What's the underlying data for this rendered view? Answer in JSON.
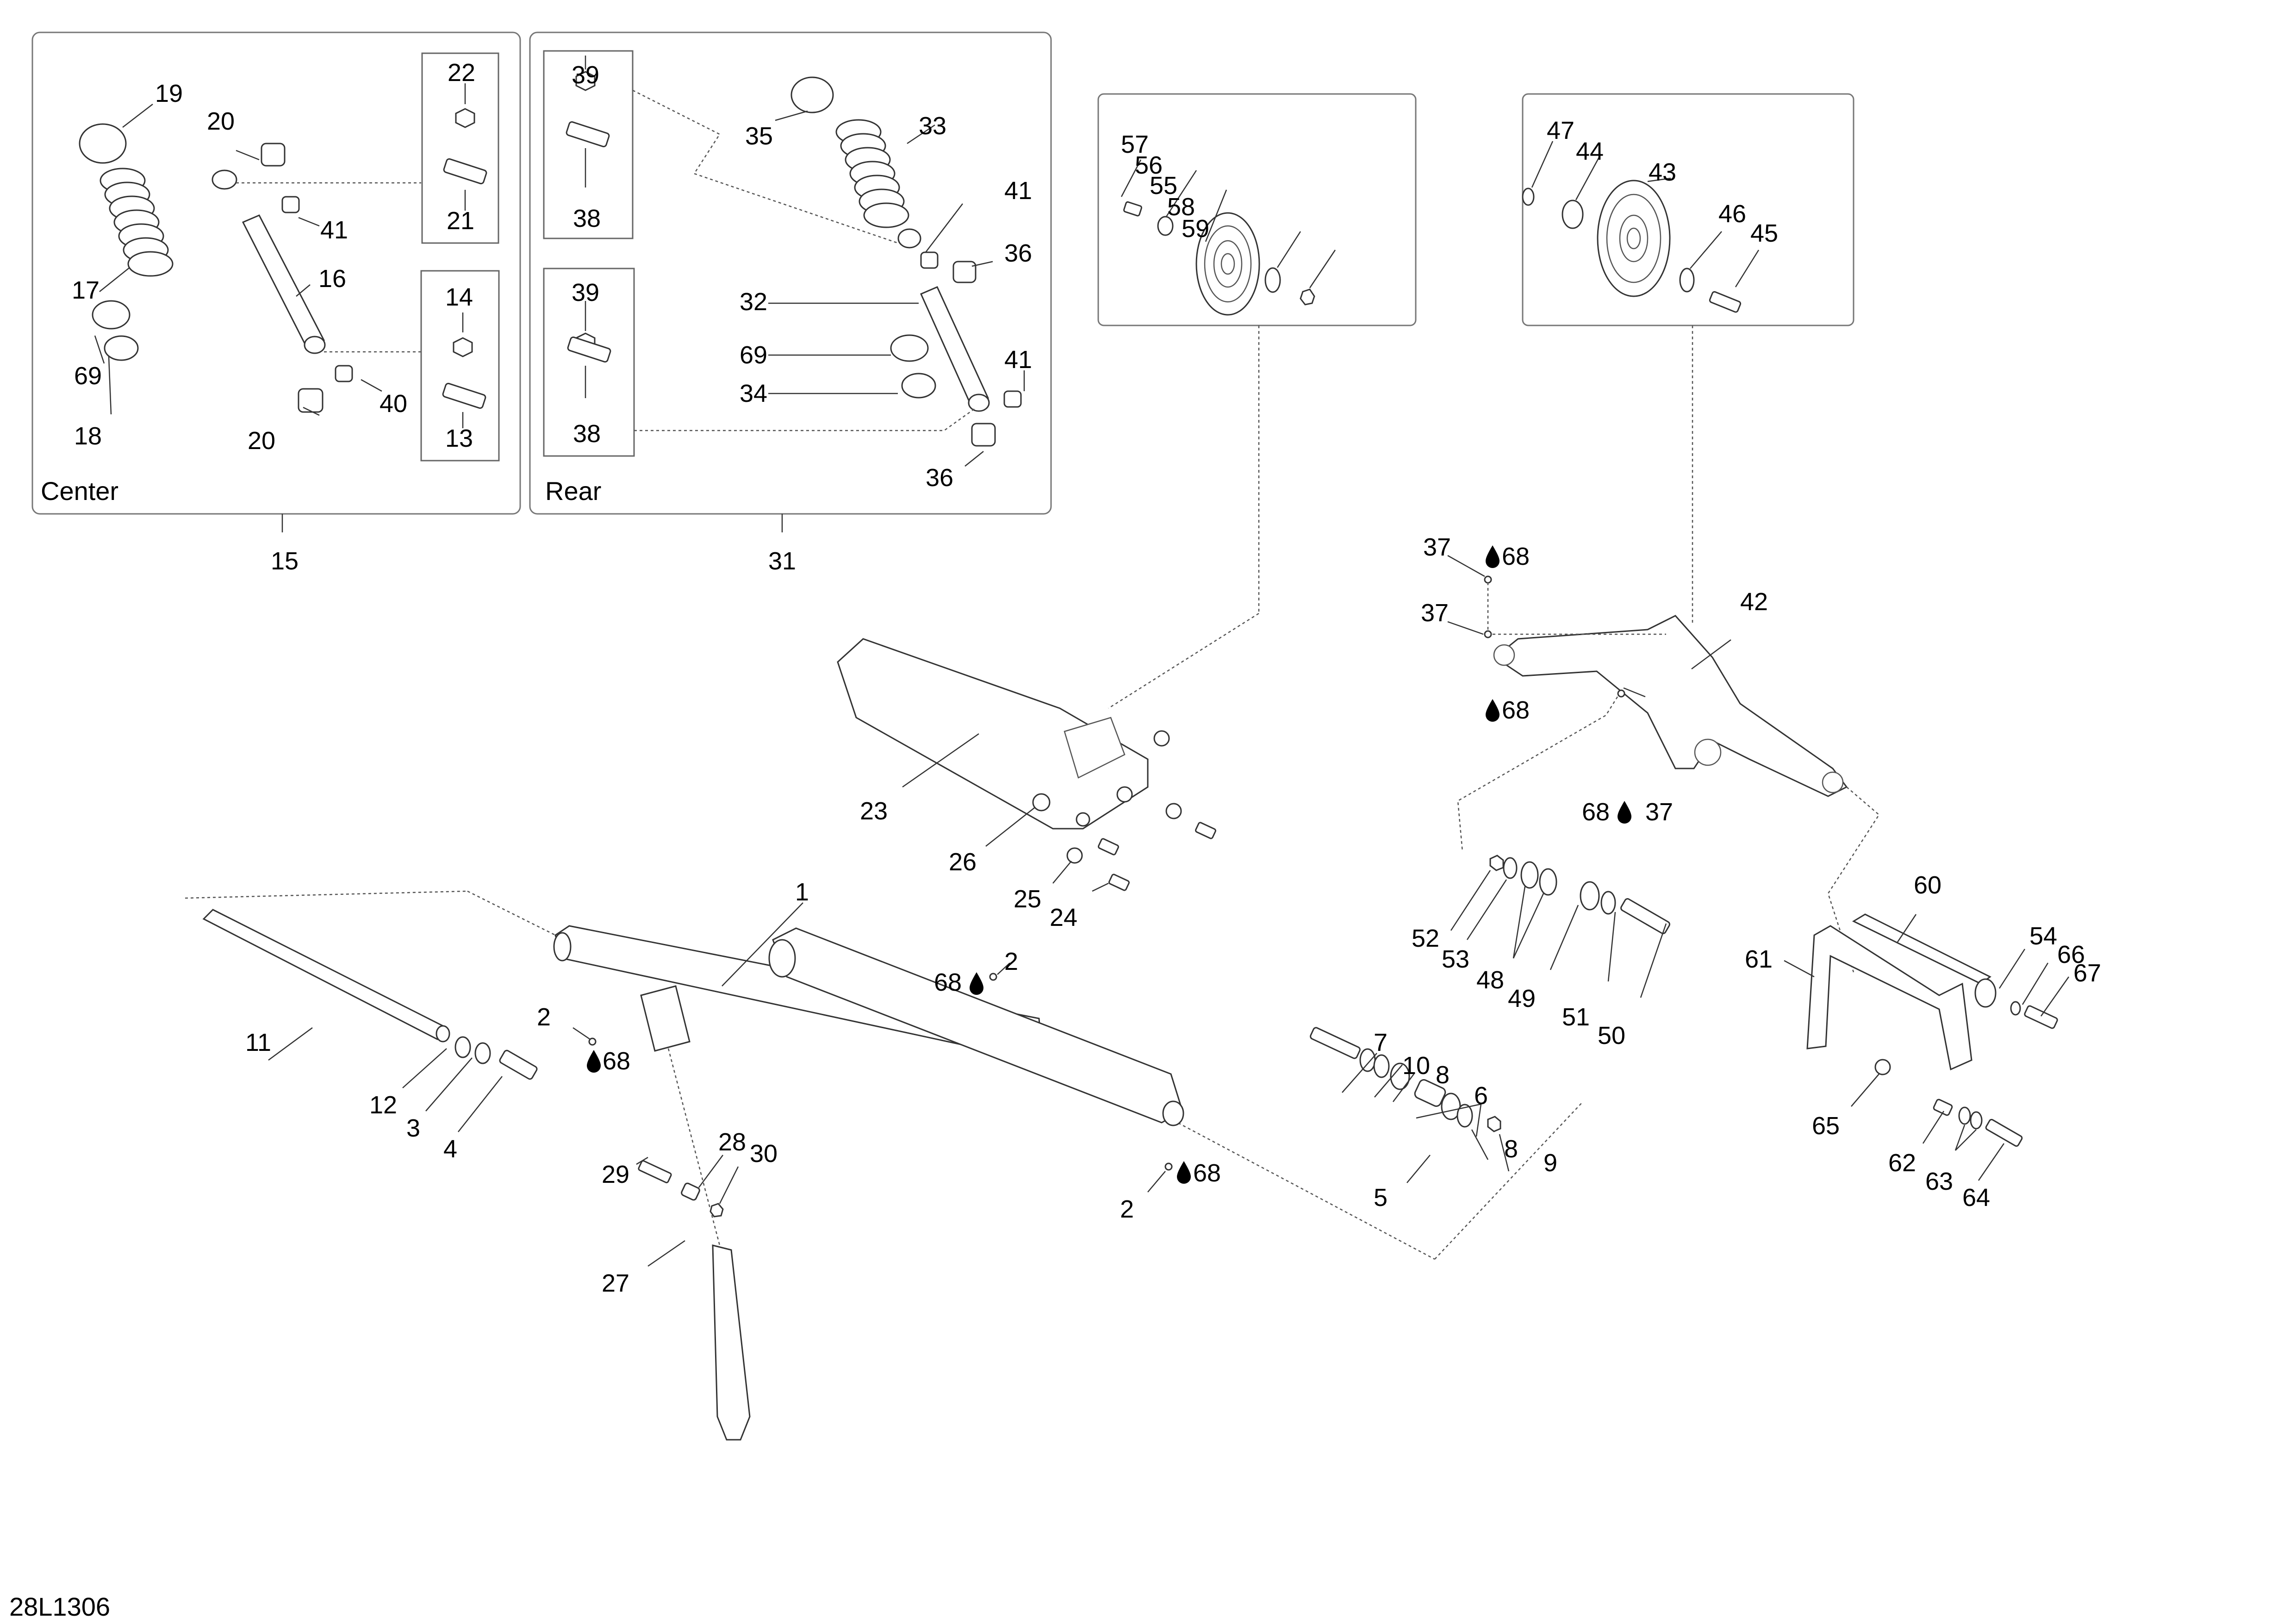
{
  "figure_id": "28L1306",
  "panels": {
    "center": {
      "title": "Center",
      "group_ref": "15"
    },
    "rear": {
      "title": "Rear",
      "group_ref": "31"
    }
  },
  "lubricant_symbol": "drop-icon",
  "callouts": {
    "c19": "19",
    "c20a": "20",
    "c41a": "41",
    "c17": "17",
    "c16": "16",
    "c69a": "69",
    "c18": "18",
    "c40": "40",
    "c20b": "20",
    "c22": "22",
    "c21": "21",
    "c14": "14",
    "c13": "13",
    "c39a": "39",
    "c38a": "38",
    "c39b": "39",
    "c38b": "38",
    "c35": "35",
    "c33": "33",
    "c41b": "41",
    "c36a": "36",
    "c32": "32",
    "c69b": "69",
    "c34": "34",
    "c41c": "41",
    "c36b": "36",
    "c57": "57",
    "c56": "56",
    "c55": "55",
    "c58": "58",
    "c59": "59",
    "c47": "47",
    "c44": "44",
    "c43": "43",
    "c46": "46",
    "c45": "45",
    "c37a": "37",
    "c68a": "68",
    "c42": "42",
    "c37b": "37",
    "c68b": "68",
    "c68c": "68",
    "c37c": "37",
    "c23": "23",
    "c26": "26",
    "c25": "25",
    "c24": "24",
    "c1": "1",
    "c68d": "68",
    "c2a": "2",
    "c2b": "2",
    "c68e": "68",
    "c11": "11",
    "c12": "12",
    "c3": "3",
    "c4": "4",
    "c29": "29",
    "c28": "28",
    "c30": "30",
    "c2c": "2",
    "c68f": "68",
    "c27": "27",
    "c60": "60",
    "c54": "54",
    "c66": "66",
    "c67": "67",
    "c61": "61",
    "c65": "65",
    "c62": "62",
    "c63": "63",
    "c64": "64",
    "c52": "52",
    "c53": "53",
    "c48": "48",
    "c49": "49",
    "c51": "51",
    "c50": "50",
    "c7": "7",
    "c10": "10",
    "c8a": "8",
    "c6": "6",
    "c5": "5",
    "c8b": "8",
    "c9": "9"
  }
}
